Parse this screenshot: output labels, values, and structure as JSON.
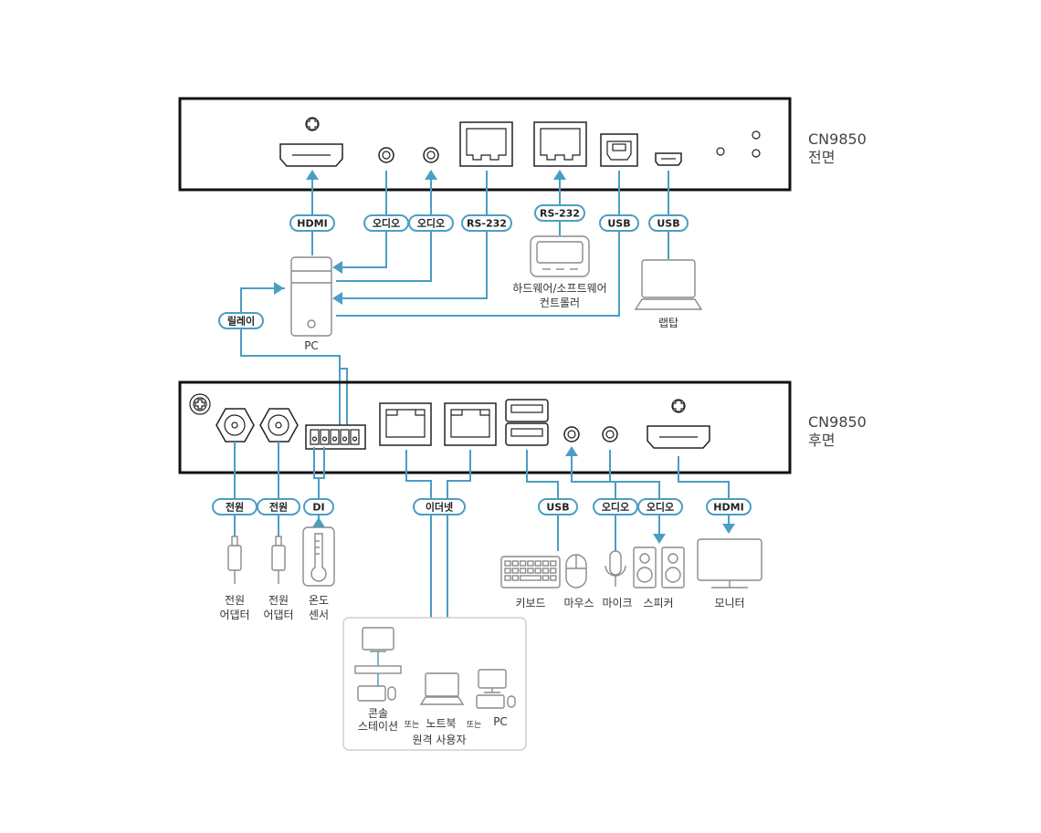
{
  "devices": {
    "front": {
      "model": "CN9850",
      "side": "전면"
    },
    "rear": {
      "model": "CN9850",
      "side": "후면"
    }
  },
  "front_connections": [
    {
      "label": "HDMI",
      "direction": "to-device"
    },
    {
      "label": "오디오",
      "direction": "to-pc"
    },
    {
      "label": "오디오",
      "direction": "to-device"
    },
    {
      "label": "RS-232",
      "direction": "to-pc"
    },
    {
      "label": "RS-232",
      "direction": "to-device"
    },
    {
      "label": "USB",
      "direction": "to-pc"
    },
    {
      "label": "USB",
      "direction": "to-laptop"
    }
  ],
  "relay_label": "릴레이",
  "front_peripherals": {
    "pc": "PC",
    "controller_line1": "하드웨어/소프트웨어",
    "controller_line2": "컨트롤러",
    "laptop": "랩탑"
  },
  "rear_connections": [
    {
      "label": "전원"
    },
    {
      "label": "전원"
    },
    {
      "label": "DI"
    },
    {
      "label": "이더넷"
    },
    {
      "label": "USB"
    },
    {
      "label": "오디오"
    },
    {
      "label": "오디오"
    },
    {
      "label": "HDMI"
    }
  ],
  "rear_peripherals": {
    "power1_line1": "전원",
    "power1_line2": "어댑터",
    "power2_line1": "전원",
    "power2_line2": "어댑터",
    "sensor_line1": "온도",
    "sensor_line2": "센서",
    "keyboard": "키보드",
    "mouse": "마우스",
    "mic": "마이크",
    "speaker": "스피커",
    "monitor": "모니터"
  },
  "remote_users": {
    "console_line1": "콘솔",
    "console_line2": "스테이션",
    "or1": "또는",
    "notebook": "노트북",
    "or2": "또는",
    "pc": "PC",
    "title": "원격 사용자"
  },
  "colors": {
    "wire": "#4a9ec4",
    "device_border": "#111111",
    "peripheral": "#8a8a8a"
  }
}
